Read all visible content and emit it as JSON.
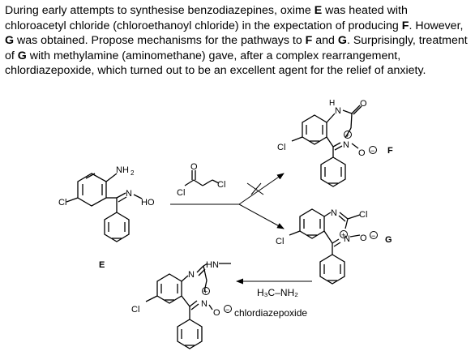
{
  "question": {
    "p1": "During early attempts to synthesise benzodiazepines, oxime ",
    "E": "E",
    "p2": " was heated with chloroacetyl chloride (chloroethanoyl chloride) in the expectation of producing ",
    "F": "F",
    "p3": ". However, ",
    "G": "G",
    "p4": " was obtained. Propose mechanisms for the pathways to ",
    "F2": "F",
    "p5": " and ",
    "G2": "G",
    "p6": ". Surprisingly, treatment of ",
    "G3": "G",
    "p7": " with methylamine (aminomethane) gave, after a complex rearrangement, chlordiazepoxide, which turned out to be an excellent agent for the relief of anxiety."
  },
  "scheme": {
    "atom_NH2": "NH",
    "sub_2": "2",
    "atom_N": "N",
    "atom_HO": "HO",
    "atom_Cl": "Cl",
    "atom_O": "O",
    "atom_H": "H",
    "atom_HN": "HN",
    "label_E": "E",
    "label_F": "F",
    "label_G": "G",
    "reagent_methylamine": "H₃C–NH₂",
    "label_chlordiazepoxide": "chlordiazepoxide",
    "plus_sign": "+",
    "minus_sign": "−"
  }
}
